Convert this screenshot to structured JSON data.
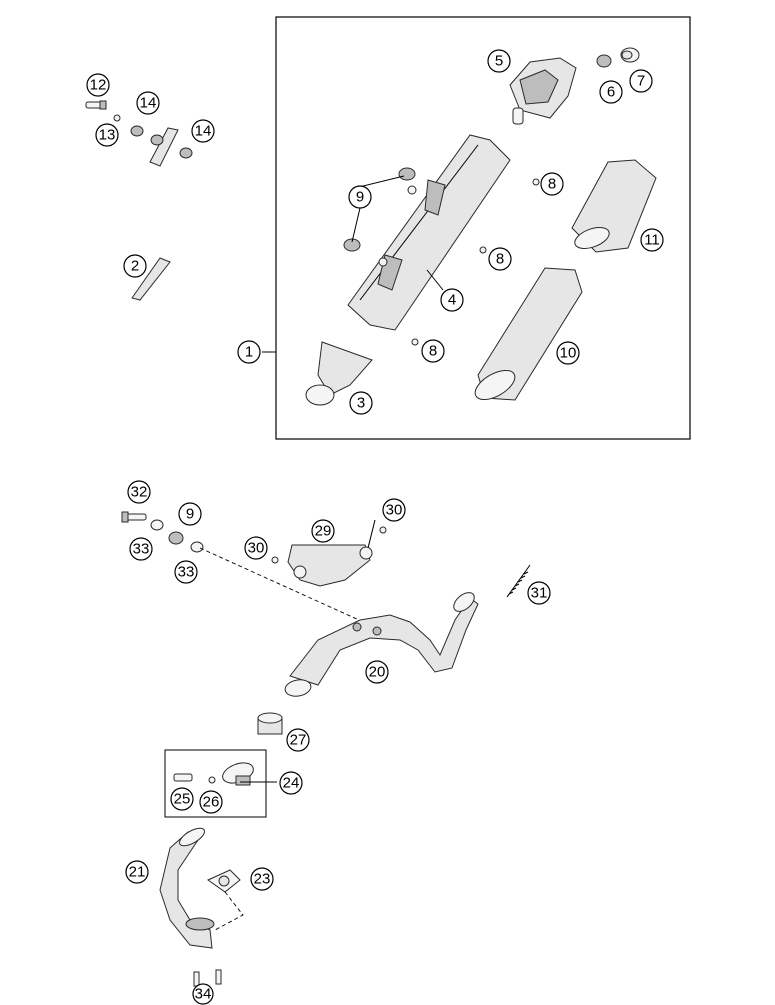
{
  "diagram": {
    "callouts": [
      {
        "id": "c1",
        "label": "1"
      },
      {
        "id": "c2",
        "label": "2"
      },
      {
        "id": "c3",
        "label": "3"
      },
      {
        "id": "c4",
        "label": "4"
      },
      {
        "id": "c5",
        "label": "5"
      },
      {
        "id": "c6",
        "label": "6"
      },
      {
        "id": "c7",
        "label": "7"
      },
      {
        "id": "c8a",
        "label": "8"
      },
      {
        "id": "c8b",
        "label": "8"
      },
      {
        "id": "c8c",
        "label": "8"
      },
      {
        "id": "c9a",
        "label": "9"
      },
      {
        "id": "c9b",
        "label": "9"
      },
      {
        "id": "c10",
        "label": "10"
      },
      {
        "id": "c11",
        "label": "11"
      },
      {
        "id": "c12",
        "label": "12"
      },
      {
        "id": "c13",
        "label": "13"
      },
      {
        "id": "c14a",
        "label": "14"
      },
      {
        "id": "c14b",
        "label": "14"
      },
      {
        "id": "c20",
        "label": "20"
      },
      {
        "id": "c21",
        "label": "21"
      },
      {
        "id": "c23",
        "label": "23"
      },
      {
        "id": "c24",
        "label": "24"
      },
      {
        "id": "c25",
        "label": "25"
      },
      {
        "id": "c26",
        "label": "26"
      },
      {
        "id": "c27",
        "label": "27"
      },
      {
        "id": "c29",
        "label": "29"
      },
      {
        "id": "c30a",
        "label": "30"
      },
      {
        "id": "c30b",
        "label": "30"
      },
      {
        "id": "c31",
        "label": "31"
      },
      {
        "id": "c32",
        "label": "32"
      },
      {
        "id": "c33a",
        "label": "33"
      },
      {
        "id": "c33b",
        "label": "33"
      },
      {
        "id": "c34",
        "label": "34"
      }
    ]
  }
}
